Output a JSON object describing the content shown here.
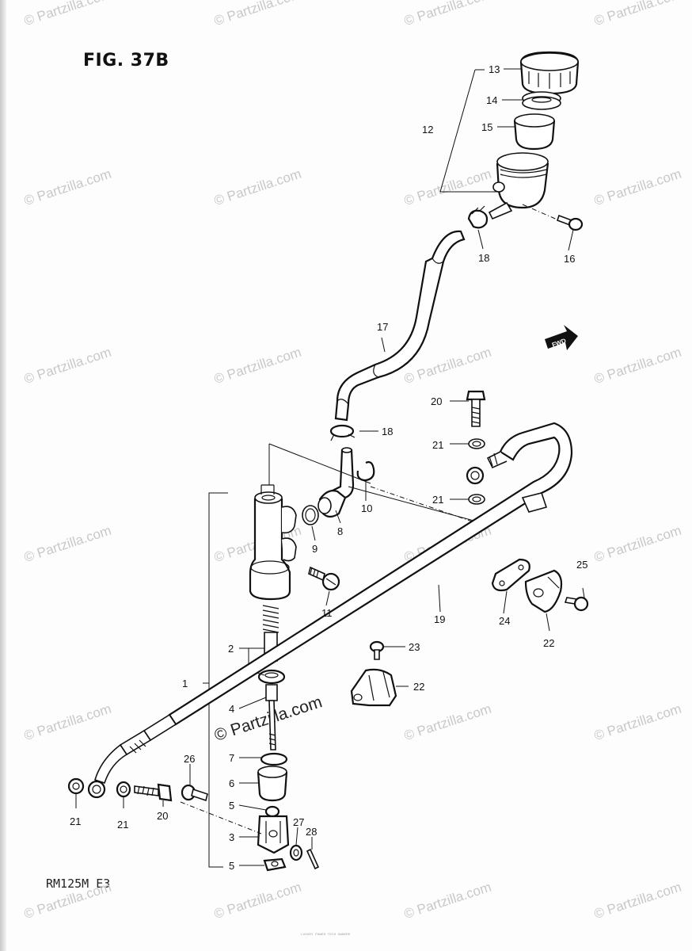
{
  "title": "FIG. 37B",
  "model_code": "RM125M  E3",
  "footer_note": "LUXURY POWER TECH OWNERS",
  "watermark": "© Partzilla.com",
  "fwd_label": "FWD",
  "callouts": {
    "c1": "1",
    "c2": "2",
    "c3": "3",
    "c4": "4",
    "c5a": "5",
    "c5b": "5",
    "c6": "6",
    "c7": "7",
    "c8": "8",
    "c9": "9",
    "c10": "10",
    "c11": "11",
    "c12": "12",
    "c13": "13",
    "c14": "14",
    "c15": "15",
    "c16": "16",
    "c17": "17",
    "c18a": "18",
    "c18b": "18",
    "c19": "19",
    "c20a": "20",
    "c20b": "20",
    "c21a": "21",
    "c21b": "21",
    "c21c": "21",
    "c21d": "21",
    "c22a": "22",
    "c22b": "22",
    "c23": "23",
    "c24": "24",
    "c25": "25",
    "c26": "26",
    "c27": "27",
    "c28": "28"
  }
}
